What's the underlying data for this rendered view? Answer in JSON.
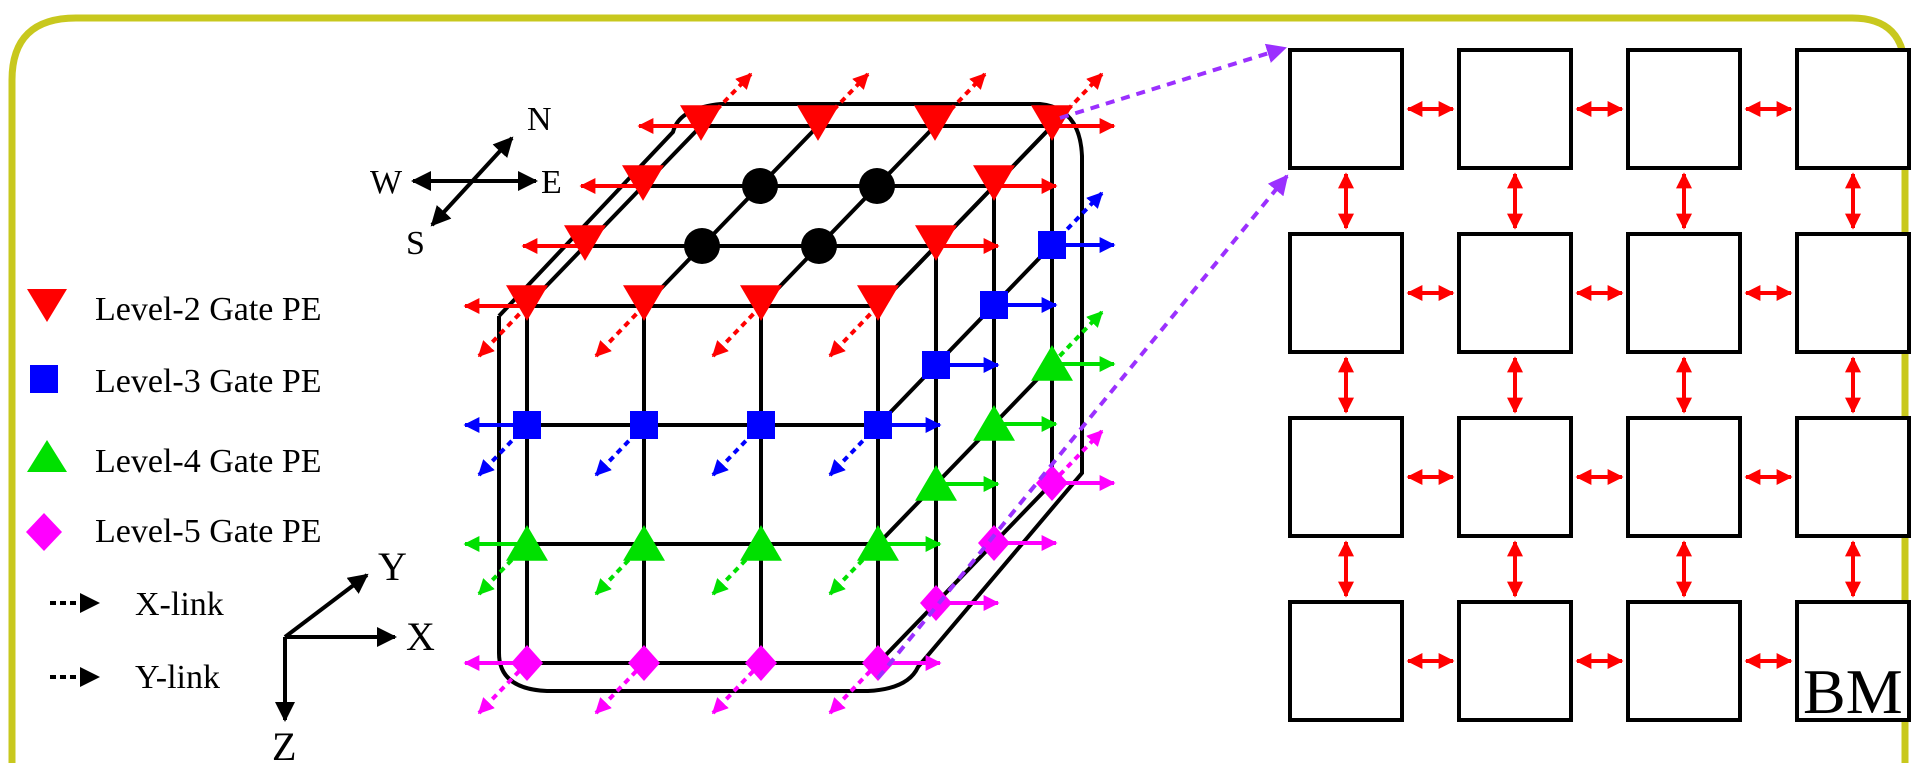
{
  "colors": {
    "frame": "#c8c81e",
    "level2": "#ff0000",
    "level3": "#0000ff",
    "level4": "#00e000",
    "level5": "#ff00ff",
    "link": "#ff0000",
    "callout": "#9b30ff",
    "grid": "#000000"
  },
  "legend": {
    "level2": "Level-2 Gate PE",
    "level3": "Level-3 Gate PE",
    "level4": "Level-4 Gate PE",
    "level5": "Level-5 Gate PE",
    "xlink": "X-link",
    "ylink": "Y-link"
  },
  "compass": {
    "n": "N",
    "e": "E",
    "s": "S",
    "w": "W"
  },
  "axes": {
    "x": "X",
    "y": "Y",
    "z": "Z"
  },
  "mesh": {
    "corner_label": "BM"
  },
  "icons": {
    "level2": "red-down-triangle",
    "level3": "blue-square",
    "level4": "green-up-triangle",
    "level5": "magenta-diamond"
  }
}
